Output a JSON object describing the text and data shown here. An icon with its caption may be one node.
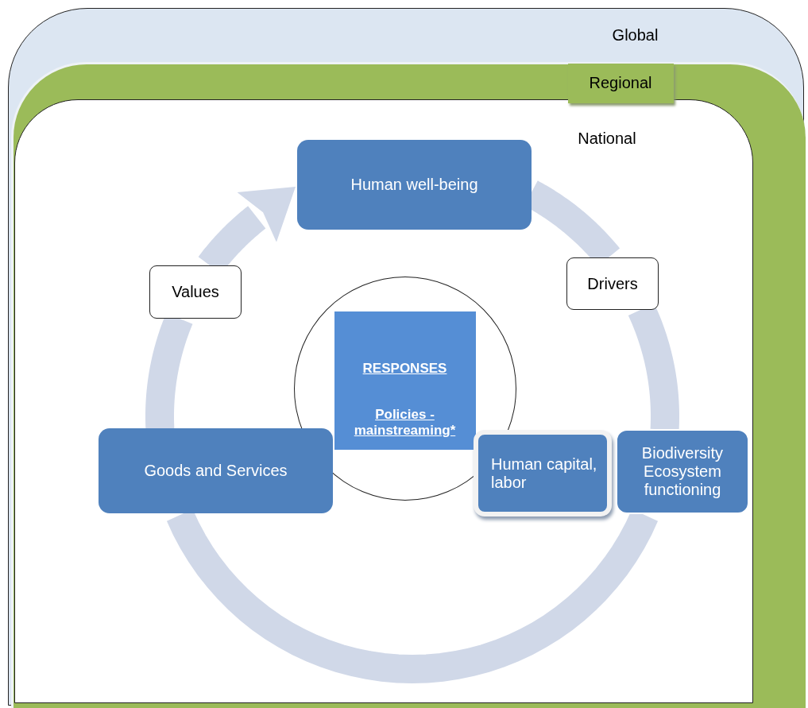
{
  "diagram": {
    "nodes": [
      {
        "text": [
          "Global"
        ]
      },
      {
        "text": [
          "Regional"
        ],
        "in": 0
      },
      {
        "text": [
          "National"
        ],
        "in": 1
      },
      {
        "text": [
          "Human well-being"
        ],
        "in": 2
      },
      {
        "text": [
          "Values"
        ],
        "in": 2
      },
      {
        "text": [
          "Drivers"
        ],
        "in": 2
      },
      {
        "text": [],
        "shape": "circle",
        "in": 2
      },
      {
        "text": [
          "RESPONSES",
          "Policies - mainstreaming*"
        ],
        "in": 6
      },
      {
        "text": [
          "Goods and Services"
        ],
        "in": 2
      },
      {
        "text": [
          "Human capital, labor"
        ],
        "in": 2
      },
      {
        "text": [
          "Biodiversity Ecosystem functioning"
        ],
        "in": 2
      }
    ],
    "edges": [
      {
        "from": 8,
        "to": 4,
        "arrow": "none"
      },
      {
        "from": 4,
        "to": 3,
        "arrow": "to"
      },
      {
        "from": 3,
        "to": 5,
        "arrow": "none"
      },
      {
        "from": 5,
        "to": 10,
        "arrow": "none"
      },
      {
        "from": 10,
        "to": 8,
        "arrow": "none"
      }
    ]
  }
}
